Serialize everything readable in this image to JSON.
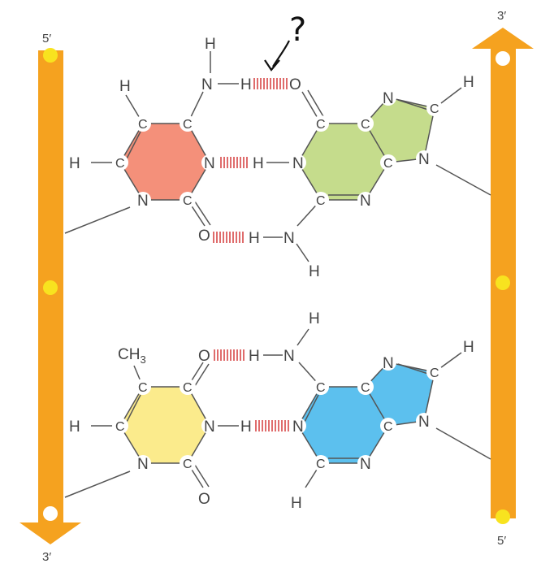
{
  "strand_labels": {
    "left_top": "5′",
    "left_bottom": "3′",
    "right_top": "3′",
    "right_bottom": "5′"
  },
  "annotation": {
    "mark": "?"
  },
  "colors": {
    "backbone": "#f5a21f",
    "phosphate": "#f8e31f",
    "cytosine": "#f4907a",
    "guanine": "#c5dc8c",
    "thymine": "#fbeb8c",
    "adenine": "#5cc0ee",
    "hbond": "#d43a3a",
    "bond": "#555555"
  },
  "gc_pair": {
    "cytosine_atoms": {
      "c4": "C",
      "c5": "C",
      "c6": "C",
      "n3": "N",
      "c2": "C",
      "n1": "N",
      "h5": "H",
      "h6": "H",
      "amino_n": "N",
      "amino_h_top": "H",
      "amino_h": "H",
      "o2": "O"
    },
    "guanine_atoms": {
      "o6": "O",
      "c6": "C",
      "c5": "C",
      "c4": "C",
      "n3": "N",
      "c2": "C",
      "n1": "N",
      "h1": "H",
      "n7": "N",
      "c8": "C",
      "n9": "N",
      "h8": "H",
      "amino_n": "N",
      "amino_h": "H",
      "amino_h_bottom": "H"
    }
  },
  "at_pair": {
    "thymine_atoms": {
      "c4": "C",
      "c5": "C",
      "c6": "C",
      "n3": "N",
      "c2": "C",
      "n1": "N",
      "o4": "O",
      "methyl": "CH",
      "methyl_sub": "3",
      "h6": "H",
      "h3": "H",
      "o2": "O"
    },
    "adenine_atoms": {
      "c6": "C",
      "c5": "C",
      "c4": "C",
      "n1": "N",
      "c2": "C",
      "n3": "N",
      "n6": "N",
      "h6a": "H",
      "h6b": "H",
      "n7": "N",
      "c8": "C",
      "n9": "N",
      "h8": "H",
      "h2": "H"
    }
  }
}
